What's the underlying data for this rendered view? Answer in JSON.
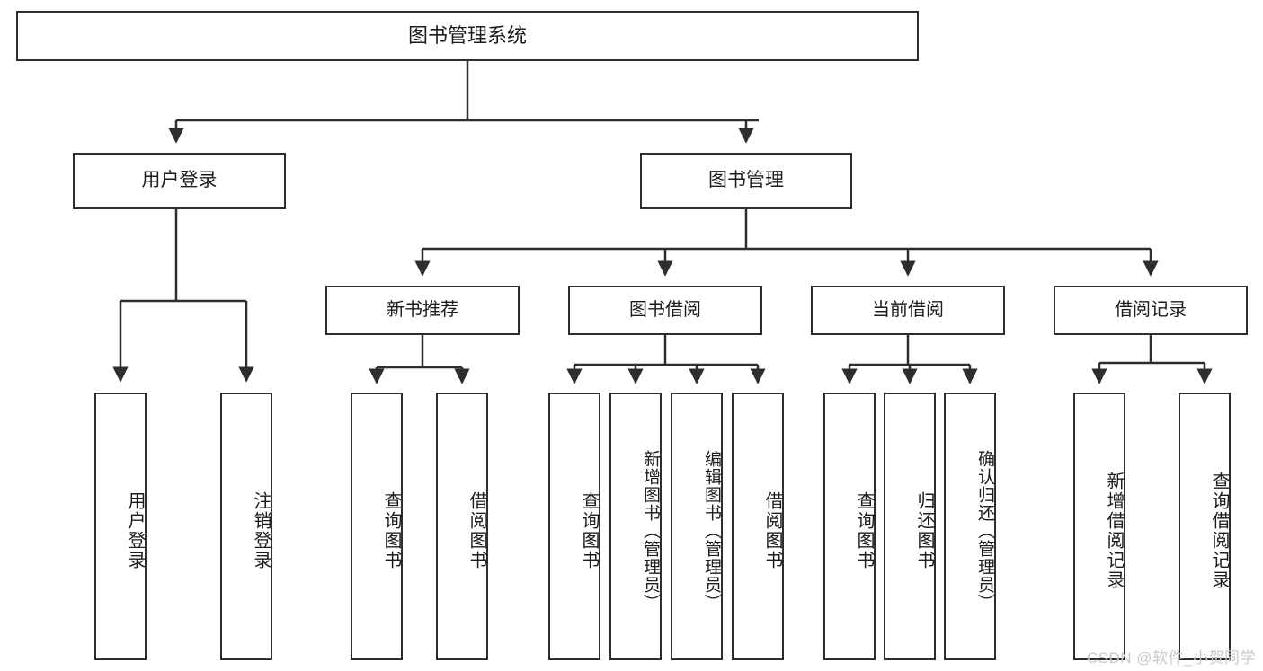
{
  "diagram": {
    "type": "tree",
    "title": "图书管理系统",
    "style": {
      "stroke": "#2e2e2e",
      "background": "#ffffff",
      "text": "#1c1c1c",
      "watermark_color": "#c9c9c9"
    },
    "root": {
      "label": "图书管理系统"
    },
    "level2": [
      {
        "label": "用户登录"
      },
      {
        "label": "图书管理"
      }
    ],
    "level3": [
      {
        "label": "新书推荐"
      },
      {
        "label": "图书借阅"
      },
      {
        "label": "当前借阅"
      },
      {
        "label": "借阅记录"
      }
    ],
    "groups": [
      {
        "parent": "用户登录",
        "leaves": [
          {
            "label": "用户登录"
          },
          {
            "label": "注销登录"
          }
        ]
      },
      {
        "parent": "新书推荐",
        "leaves": [
          {
            "label": "查询图书"
          },
          {
            "label": "借阅图书"
          }
        ]
      },
      {
        "parent": "图书借阅",
        "leaves": [
          {
            "label": "查询图书"
          },
          {
            "label": "新增图书（管理员）"
          },
          {
            "label": "编辑图书（管理员）"
          },
          {
            "label": "借阅图书"
          }
        ]
      },
      {
        "parent": "当前借阅",
        "leaves": [
          {
            "label": "查询图书"
          },
          {
            "label": "归还图书"
          },
          {
            "label": "确认归还（管理员）"
          }
        ]
      },
      {
        "parent": "借阅记录",
        "leaves": [
          {
            "label": "新增借阅记录"
          },
          {
            "label": "查询借阅记录"
          }
        ]
      }
    ],
    "leaves": {
      "user_login": "用户登录",
      "user_logout": "注销登录",
      "new_query_book": "查询图书",
      "new_borrow_book": "借阅图书",
      "lend_query_book": "查询图书",
      "lend_add_book": "新增图书（管理员）",
      "lend_edit_book": "编辑图书（管理员）",
      "lend_borrow_book": "借阅图书",
      "cur_query_book": "查询图书",
      "cur_return_book": "归还图书",
      "cur_confirm_return": "确认归还（管理员）",
      "rec_add_record": "新增借阅记录",
      "rec_query_record": "查询借阅记录"
    },
    "watermark": "CSDN @软件_小贺同学"
  }
}
